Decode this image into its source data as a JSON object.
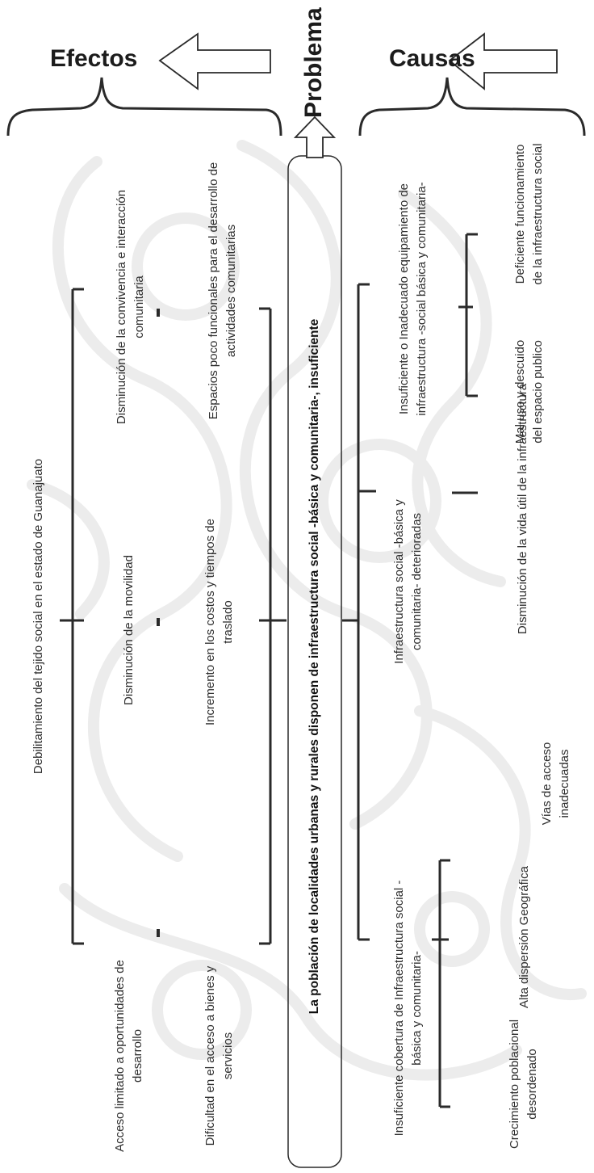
{
  "headers": {
    "effects": "Efectos",
    "causes": "Causas",
    "problem": "Problema"
  },
  "problem": "La población de localidades urbanas y rurales disponen de infraestructura social -básica y comunitaria-, insuficiente",
  "effects": {
    "top": "Debilitamiento del tejido social en el estado de Guanajuato",
    "row1": [
      "Acceso limitado a oportunidades de desarrollo",
      "Disminución de la movilidad",
      "Disminución de la convivencia e interacción comunitaria"
    ],
    "row2": [
      "Dificultad en el acceso a bienes y servicios",
      "Incremento en los costos y tiempos de traslado",
      "Espacios poco funcionales para el desarrollo de actividades comunitarias"
    ]
  },
  "causes": {
    "main": [
      "Insuficiente cobertura de Infraestructura social -básica y comunitaria-",
      "Infraestructura social -básica y comunitaria- deterioradas",
      "Insuficiente o Inadecuado equipamiento de infraestructura -social  básica y comunitaria-"
    ],
    "sub1": [
      "Crecimiento poblacional desordenado",
      "Alta dispersión Geográfica",
      "Vías de acceso inadecuadas"
    ],
    "sub2": [
      "Disminución de la vida útil de la infraestructura"
    ],
    "sub3": [
      "Mal uso y descuido del espacio publico",
      "Deficiente funcionamiento de la infraestructura social"
    ]
  }
}
